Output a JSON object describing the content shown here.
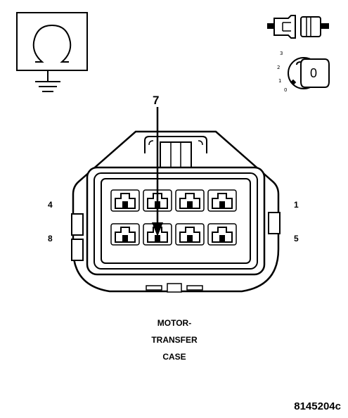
{
  "pin_labels": {
    "top_left": "4",
    "bottom_left": "8",
    "top_right": "1",
    "bottom_right": "5",
    "callout": "7"
  },
  "caption": {
    "line1": "MOTOR-",
    "line2": "TRANSFER",
    "line3": "CASE"
  },
  "figure_id": "8145204c",
  "ignition_key": {
    "positions": [
      "3",
      "2",
      "1",
      "0"
    ],
    "selected": "0"
  },
  "icons": {
    "ohmmeter": "ohm-ground-icon",
    "connector": "disconnected-connector-icon",
    "ignition": "ignition-key-off-icon"
  }
}
